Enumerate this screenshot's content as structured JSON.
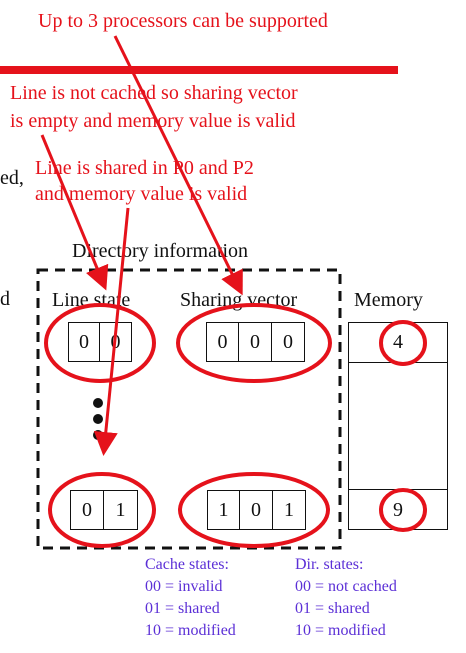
{
  "annotations": {
    "processors_note": "Up to 3 processors can be supported",
    "not_cached_note_line1": "Line is not cached so sharing vector",
    "not_cached_note_line2": "is empty and memory value is valid",
    "shared_note_line1": "Line is shared in P0 and P2",
    "shared_note_line2": "and memory value is valid"
  },
  "slide_fragments": {
    "left_fragment_1": "ed,",
    "left_fragment_2": "d"
  },
  "directory": {
    "title": "Directory information",
    "line_state_label": "Line state",
    "sharing_vector_label": "Sharing vector",
    "rows": [
      {
        "line_state": [
          "0",
          "0"
        ],
        "sharing_vector": [
          "0",
          "0",
          "0"
        ]
      },
      {
        "line_state": [
          "0",
          "1"
        ],
        "sharing_vector": [
          "1",
          "0",
          "1"
        ]
      }
    ]
  },
  "memory": {
    "label": "Memory",
    "values": [
      "4",
      "9"
    ]
  },
  "legend": {
    "cache_states": [
      "Cache states:",
      "00 = invalid",
      "01 = shared",
      "10 = modified"
    ],
    "dir_states": [
      "Dir. states:",
      "00 = not cached",
      "01 = shared",
      "10 = modified"
    ]
  },
  "colors": {
    "annotation": "#e5121b",
    "legend": "#5b2fd6",
    "diagram": "#111111"
  }
}
